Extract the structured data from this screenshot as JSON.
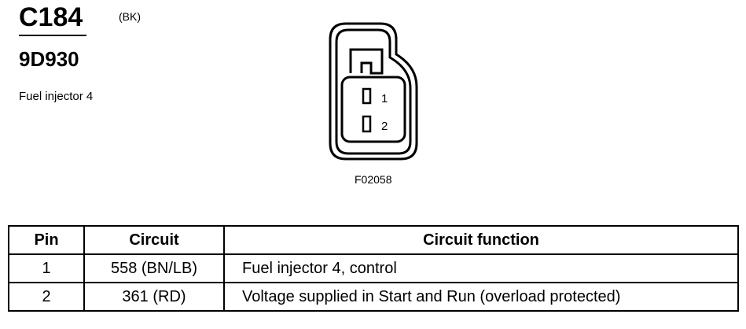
{
  "connector": {
    "id": "C184",
    "color_code": "(BK)",
    "part_number": "9D930",
    "description": "Fuel injector 4"
  },
  "diagram": {
    "pin_labels": [
      "1",
      "2"
    ],
    "figure_code": "F02058"
  },
  "table": {
    "headers": {
      "pin": "Pin",
      "circuit": "Circuit",
      "function": "Circuit function"
    },
    "rows": [
      {
        "pin": "1",
        "circuit": "558 (BN/LB)",
        "function": "Fuel injector 4, control"
      },
      {
        "pin": "2",
        "circuit": "361 (RD)",
        "function": "Voltage supplied in Start and Run (overload protected)"
      }
    ]
  }
}
